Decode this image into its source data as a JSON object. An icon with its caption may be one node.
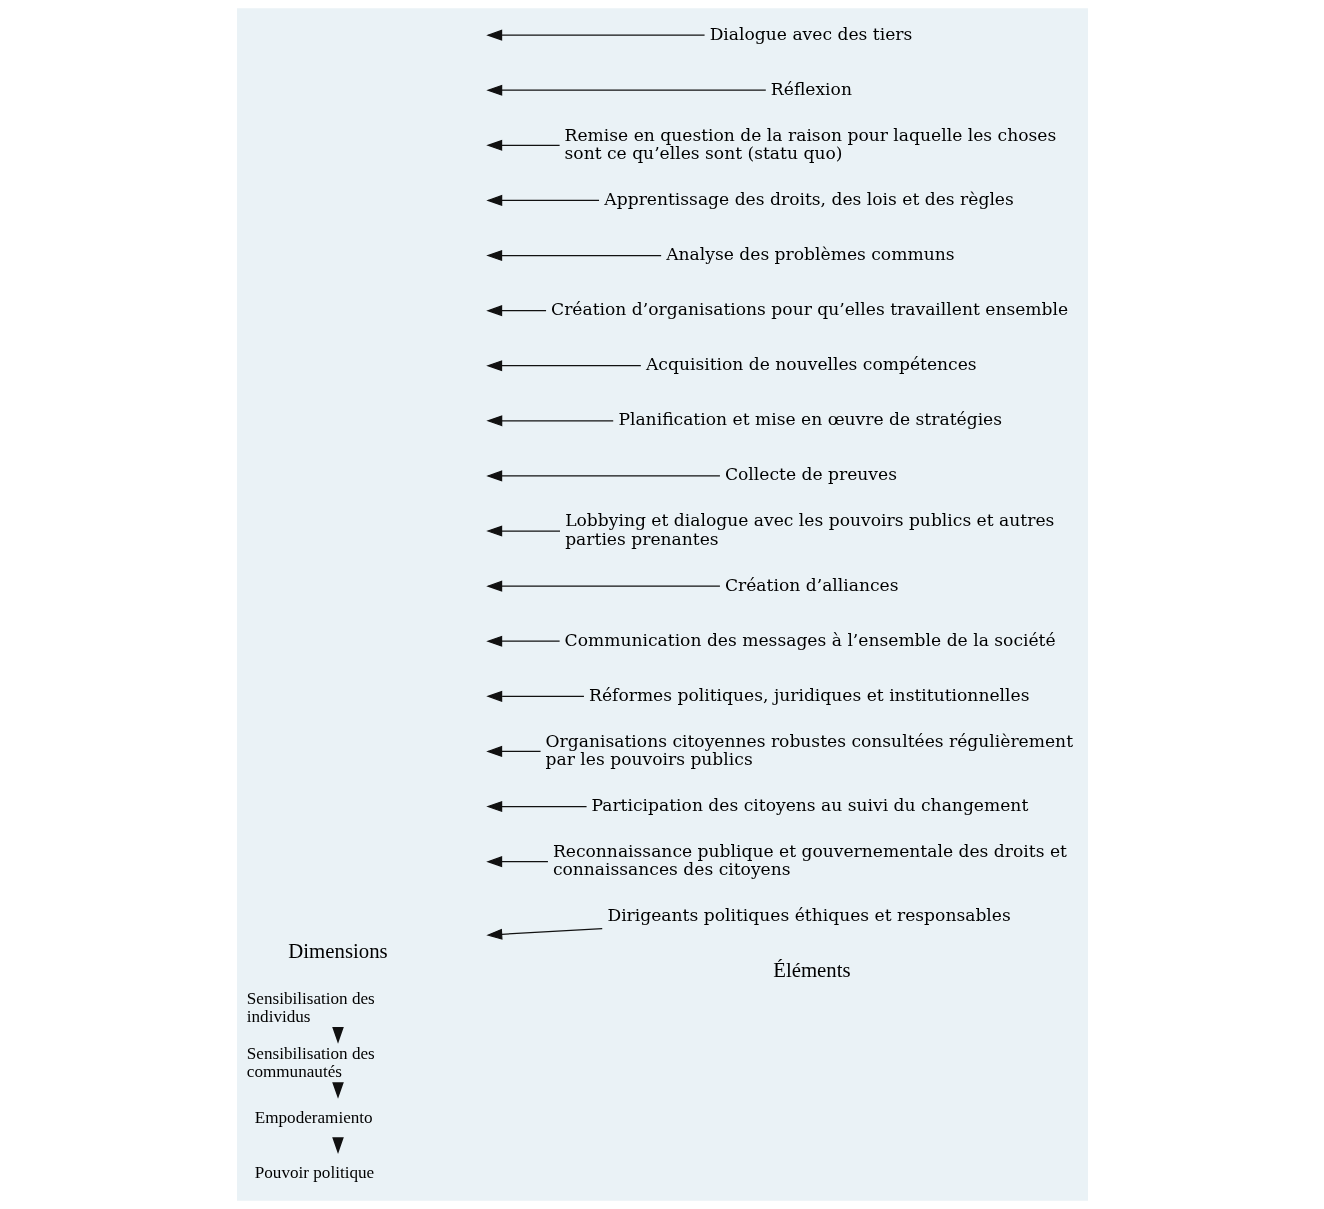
{
  "diagram": {
    "nodes": [
      {
        "text": [
          "Pouvoir politique"
        ]
      },
      {
        "text": [
          "Dirigeants politiques éthiques et responsables"
        ]
      },
      {
        "text": [
          "Reconnaissance publique et gouvernementale des droits et connaissances des citoyens"
        ]
      },
      {
        "text": [
          "Participation des citoyens au suivi du changement"
        ]
      },
      {
        "text": [
          "Organisations citoyennes robustes consultées régulièrement par les pouvoirs publics"
        ]
      },
      {
        "text": [
          "Réformes politiques, juridiques et institutionnelles"
        ]
      },
      {
        "text": [
          "Communication des messages à l’ensemble de la société"
        ]
      },
      {
        "text": [
          "Création d’alliances"
        ]
      },
      {
        "text": [
          "Empoderamiento"
        ]
      },
      {
        "text": [
          "Lobbying et dialogue avec les pouvoirs publics et autres parties prenantes"
        ]
      },
      {
        "text": [
          "Collecte de preuves"
        ]
      },
      {
        "text": [
          "Planification et mise en œuvre de stratégies"
        ]
      },
      {
        "text": [
          "Acquisition de nouvelles compétences"
        ]
      },
      {
        "text": [
          "Création d’organisations pour qu’elles travaillent ensemble"
        ]
      },
      {
        "text": [
          "Sensibilisation des communautés"
        ]
      },
      {
        "text": [
          "Analyse des problèmes communs"
        ]
      },
      {
        "text": [
          "Apprentissage des droits, des lois et des règles"
        ]
      },
      {
        "text": [
          "Remise en question de la raison pour laquelle les choses sont ce qu’elles sont (statu quo)"
        ]
      },
      {
        "text": [
          "Réflexion"
        ]
      },
      {
        "text": [
          "Dialogue avec des tiers"
        ]
      },
      {
        "text": [
          "Sensibilisation des individus"
        ]
      }
    ],
    "edges": [
      {
        "from": 20,
        "to": 14,
        "arrow": "to"
      },
      {
        "from": 14,
        "to": 8,
        "arrow": "to"
      },
      {
        "from": 8,
        "to": 0,
        "arrow": "to"
      },
      {
        "from": 1,
        "to": null,
        "arrow": "to"
      },
      {
        "from": 2,
        "to": null,
        "arrow": "to"
      },
      {
        "from": 3,
        "to": null,
        "arrow": "to"
      },
      {
        "from": 4,
        "to": null,
        "arrow": "to"
      },
      {
        "from": 5,
        "to": null,
        "arrow": "to"
      },
      {
        "from": 6,
        "to": null,
        "arrow": "to"
      },
      {
        "from": 7,
        "to": null,
        "arrow": "to"
      },
      {
        "from": 9,
        "to": null,
        "arrow": "to"
      },
      {
        "from": 10,
        "to": null,
        "arrow": "to"
      },
      {
        "from": 11,
        "to": null,
        "arrow": "to"
      },
      {
        "from": 12,
        "to": null,
        "arrow": "to"
      },
      {
        "from": 13,
        "to": null,
        "arrow": "to"
      },
      {
        "from": 15,
        "to": null,
        "arrow": "to"
      },
      {
        "from": 16,
        "to": null,
        "arrow": "to"
      },
      {
        "from": 17,
        "to": null,
        "arrow": "to"
      },
      {
        "from": 18,
        "to": null,
        "arrow": "to"
      },
      {
        "from": 19,
        "to": null,
        "arrow": "to"
      }
    ],
    "labels": [
      "Dimensions",
      "Éléments"
    ]
  }
}
